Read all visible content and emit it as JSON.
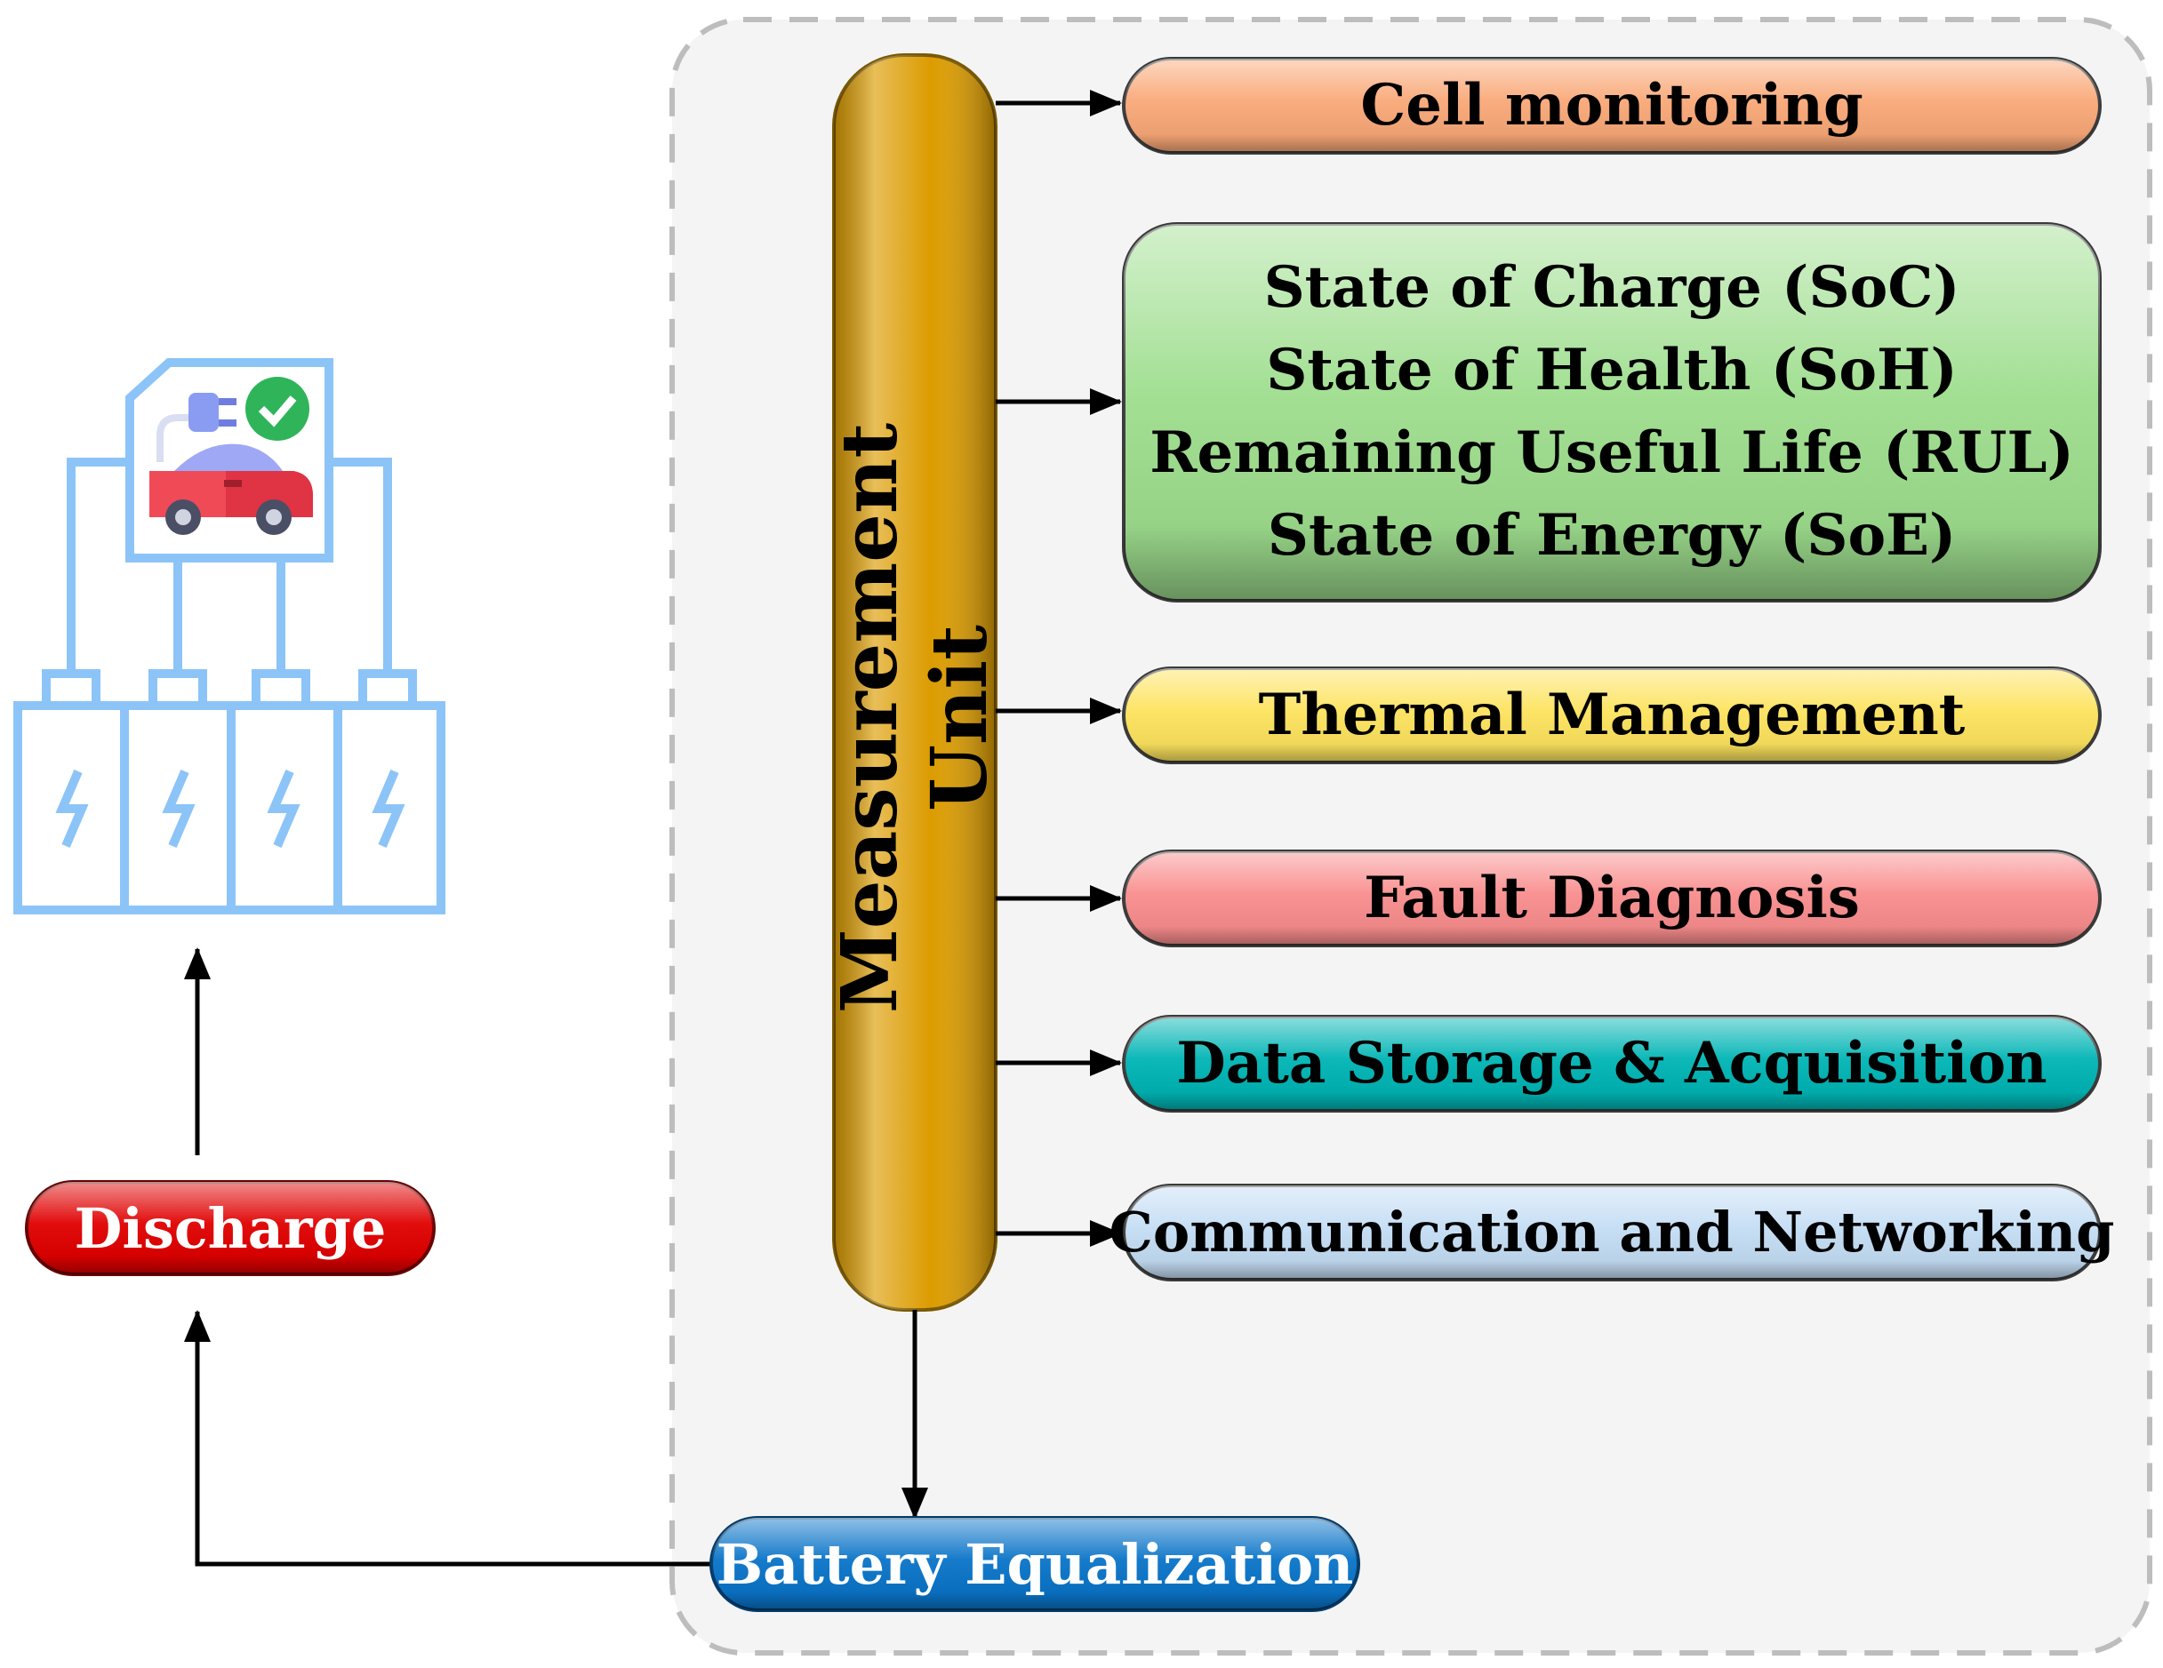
{
  "measurement_unit": {
    "label": "Measurement Unit",
    "color": "#dc9c00"
  },
  "functions": [
    {
      "id": "cell-monitoring",
      "lines": [
        "Cell monitoring"
      ],
      "color": "#f9a877"
    },
    {
      "id": "state-estimation",
      "lines": [
        "State of Charge (SoC)",
        "State of Health (SoH)",
        "Remaining Useful Life (RUL)",
        "State of Energy (SoE)"
      ],
      "color": "#9ede8e"
    },
    {
      "id": "thermal-management",
      "lines": [
        "Thermal Management"
      ],
      "color": "#fde35e"
    },
    {
      "id": "fault-diagnosis",
      "lines": [
        "Fault Diagnosis"
      ],
      "color": "#f98d8d"
    },
    {
      "id": "data-storage",
      "lines": [
        "Data Storage & Acquisition"
      ],
      "color": "#00b4b4"
    },
    {
      "id": "communication",
      "lines": [
        "Communication and Networking"
      ],
      "color": "#c4ddf4"
    }
  ],
  "battery_equalization": {
    "label": "Battery Equalization",
    "color": "#0a74c8"
  },
  "discharge": {
    "label": "Discharge",
    "color": "#e00000"
  },
  "icon": {
    "name": "ev-battery-pack-icon",
    "outline_color": "#8cc4f8"
  }
}
